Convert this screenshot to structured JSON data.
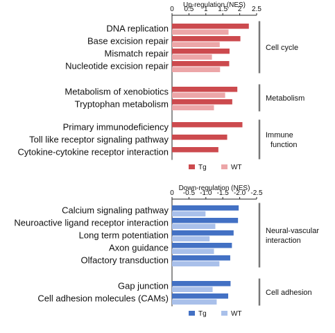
{
  "chart_data": [
    {
      "type": "bar",
      "orientation": "horizontal",
      "title": "Up-regulation (NES)",
      "xlim": [
        0,
        2.5
      ],
      "ticks": [
        0,
        0.5,
        1,
        1.5,
        2,
        2.5
      ],
      "tick_labels": [
        "0",
        "0.5",
        "1",
        "1.5",
        "2",
        "2.5"
      ],
      "categories": [
        "DNA replication",
        "Base excision repair",
        "Mismatch repair",
        "Nucleotide excision repair",
        "Metabolism of xenobiotics",
        "Tryptophan metabolism",
        "Primary immunodeficiency",
        "Toll like receptor signaling pathway",
        "Cytokine-cytokine receptor interaction"
      ],
      "series": [
        {
          "name": "Tg",
          "color": "#cc4a4e",
          "values": [
            2.27,
            2.02,
            1.7,
            1.69,
            1.93,
            1.78,
            2.08,
            1.63,
            1.37
          ]
        },
        {
          "name": "WT",
          "color": "#eca6a8",
          "values": [
            1.67,
            1.41,
            1.18,
            1.42,
            1.57,
            1.24,
            null,
            null,
            null
          ]
        }
      ],
      "groups": [
        {
          "label": "Cell cycle",
          "start": 0,
          "end": 3
        },
        {
          "label": "Metabolism",
          "start": 4,
          "end": 5
        },
        {
          "label": "Immune function",
          "lines": [
            "Immune",
            "function"
          ],
          "start": 6,
          "end": 8
        }
      ],
      "legend_position": "bottom"
    },
    {
      "type": "bar",
      "orientation": "horizontal",
      "title": "Down-regulation (NES)",
      "xlim": [
        0,
        -2.5
      ],
      "ticks": [
        0,
        -0.5,
        -1,
        -1.5,
        -2,
        -2.5
      ],
      "tick_labels": [
        "0",
        "-0.5",
        "-1.0",
        "-1.5",
        "-2.0",
        "-2.5"
      ],
      "categories": [
        "Calcium signaling pathway",
        "Neuroactive ligand receptor interaction",
        "Long term potentiation",
        "Axon guidance",
        "Olfactory transduction",
        "Gap junction",
        "Cell adhesion molecules (CAMs)"
      ],
      "series": [
        {
          "name": "Tg",
          "color": "#4371c4",
          "values": [
            -1.97,
            -1.95,
            -1.82,
            -1.77,
            -1.72,
            -1.73,
            -1.66
          ]
        },
        {
          "name": "WT",
          "color": "#a9c0ea",
          "values": [
            -0.99,
            -1.28,
            -1.11,
            -1.24,
            -1.4,
            -1.2,
            -1.32
          ]
        }
      ],
      "groups": [
        {
          "label": "Neural-vascular interaction",
          "lines": [
            "Neural-vascular",
            "interaction"
          ],
          "start": 0,
          "end": 4
        },
        {
          "label": "Cell adhesion",
          "start": 5,
          "end": 6
        }
      ],
      "legend_position": "bottom"
    }
  ]
}
